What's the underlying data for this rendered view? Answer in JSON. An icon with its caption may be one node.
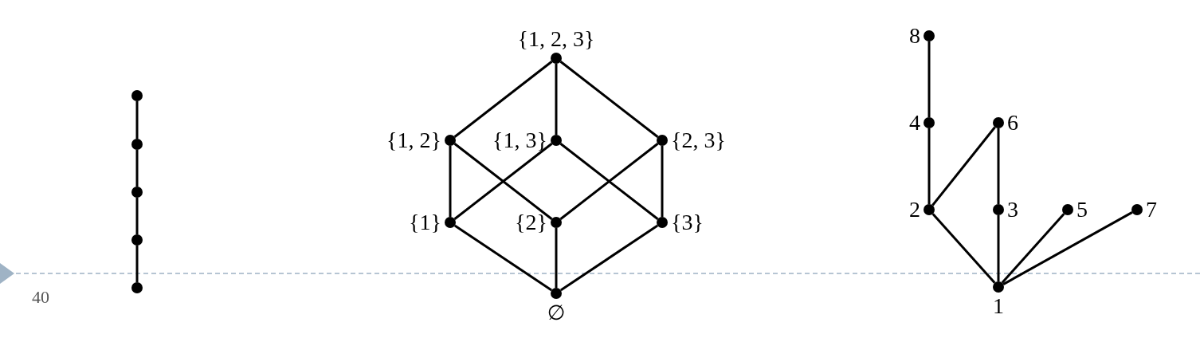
{
  "diagram": {
    "nodes": [
      {
        "text": [],
        "shape": "circle"
      },
      {
        "text": [],
        "shape": "circle"
      },
      {
        "text": [],
        "shape": "circle"
      },
      {
        "text": [],
        "shape": "circle"
      },
      {
        "text": [],
        "shape": "circle"
      },
      {
        "text": [
          "{1, 2, 3}"
        ]
      },
      {
        "text": [
          "{1, 2}"
        ]
      },
      {
        "text": [
          "{1, 3}"
        ]
      },
      {
        "text": [
          "{2, 3}"
        ]
      },
      {
        "text": [
          "{1}"
        ]
      },
      {
        "text": [
          "{2}"
        ]
      },
      {
        "text": [
          "{3}"
        ]
      },
      {
        "text": [
          "∅"
        ]
      },
      {
        "text": [
          "8"
        ]
      },
      {
        "text": [
          "4"
        ]
      },
      {
        "text": [
          "6"
        ]
      },
      {
        "text": [
          "2"
        ]
      },
      {
        "text": [
          "3"
        ]
      },
      {
        "text": [
          "5"
        ]
      },
      {
        "text": [
          "7"
        ]
      },
      {
        "text": [
          "1"
        ]
      }
    ],
    "edges": [
      {
        "from": 0,
        "to": 1,
        "arrow": "none"
      },
      {
        "from": 1,
        "to": 2,
        "arrow": "none"
      },
      {
        "from": 2,
        "to": 3,
        "arrow": "none"
      },
      {
        "from": 3,
        "to": 4,
        "arrow": "none"
      },
      {
        "from": 5,
        "to": 6,
        "arrow": "none"
      },
      {
        "from": 5,
        "to": 7,
        "arrow": "none"
      },
      {
        "from": 5,
        "to": 8,
        "arrow": "none"
      },
      {
        "from": 6,
        "to": 9,
        "arrow": "none"
      },
      {
        "from": 6,
        "to": 10,
        "arrow": "none"
      },
      {
        "from": 7,
        "to": 9,
        "arrow": "none"
      },
      {
        "from": 7,
        "to": 11,
        "arrow": "none"
      },
      {
        "from": 8,
        "to": 10,
        "arrow": "none"
      },
      {
        "from": 8,
        "to": 11,
        "arrow": "none"
      },
      {
        "from": 9,
        "to": 12,
        "arrow": "none"
      },
      {
        "from": 10,
        "to": 12,
        "arrow": "none"
      },
      {
        "from": 11,
        "to": 12,
        "arrow": "none"
      },
      {
        "from": 13,
        "to": 14,
        "arrow": "none"
      },
      {
        "from": 14,
        "to": 16,
        "arrow": "none"
      },
      {
        "from": 15,
        "to": 16,
        "arrow": "none"
      },
      {
        "from": 15,
        "to": 17,
        "arrow": "none"
      },
      {
        "from": 16,
        "to": 20,
        "arrow": "none"
      },
      {
        "from": 17,
        "to": 20,
        "arrow": "none"
      },
      {
        "from": 18,
        "to": 20,
        "arrow": "none"
      },
      {
        "from": 19,
        "to": 20,
        "arrow": "none"
      }
    ],
    "labels": [
      "40"
    ]
  }
}
